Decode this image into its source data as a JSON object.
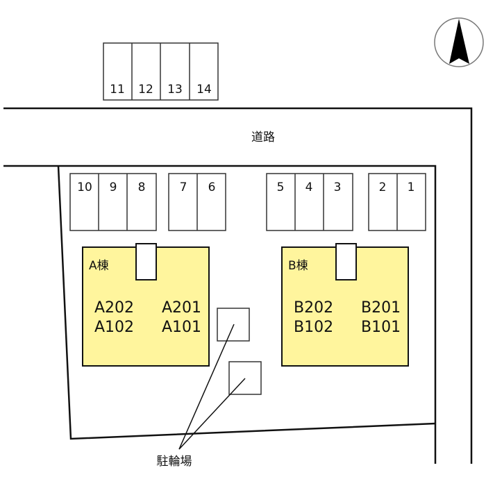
{
  "road_label": "道路",
  "bike_parking_label": "駐輪場",
  "building_fill": "#fff59d",
  "north_arrow": "north-arrow-icon",
  "top_parking": [
    "11",
    "12",
    "13",
    "14"
  ],
  "lot_parking_groups": [
    [
      "10",
      "9",
      "8"
    ],
    [
      "7",
      "6"
    ],
    [
      "5",
      "4",
      "3"
    ],
    [
      "2",
      "1"
    ]
  ],
  "buildings": [
    {
      "name": "A棟",
      "units": [
        "A202",
        "A201",
        "A102",
        "A101"
      ]
    },
    {
      "name": "B棟",
      "units": [
        "B202",
        "B201",
        "B102",
        "B101"
      ]
    }
  ]
}
